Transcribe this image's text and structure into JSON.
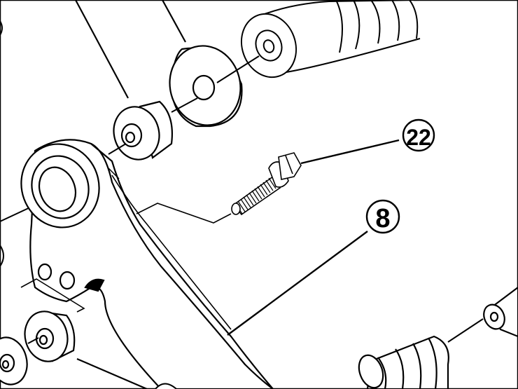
{
  "diagram": {
    "callouts": [
      {
        "id": "22",
        "label": "22"
      },
      {
        "id": "8",
        "label": "8"
      }
    ],
    "colors": {
      "line": "#000000",
      "fill": "#ffffff",
      "border": "#000000"
    }
  }
}
